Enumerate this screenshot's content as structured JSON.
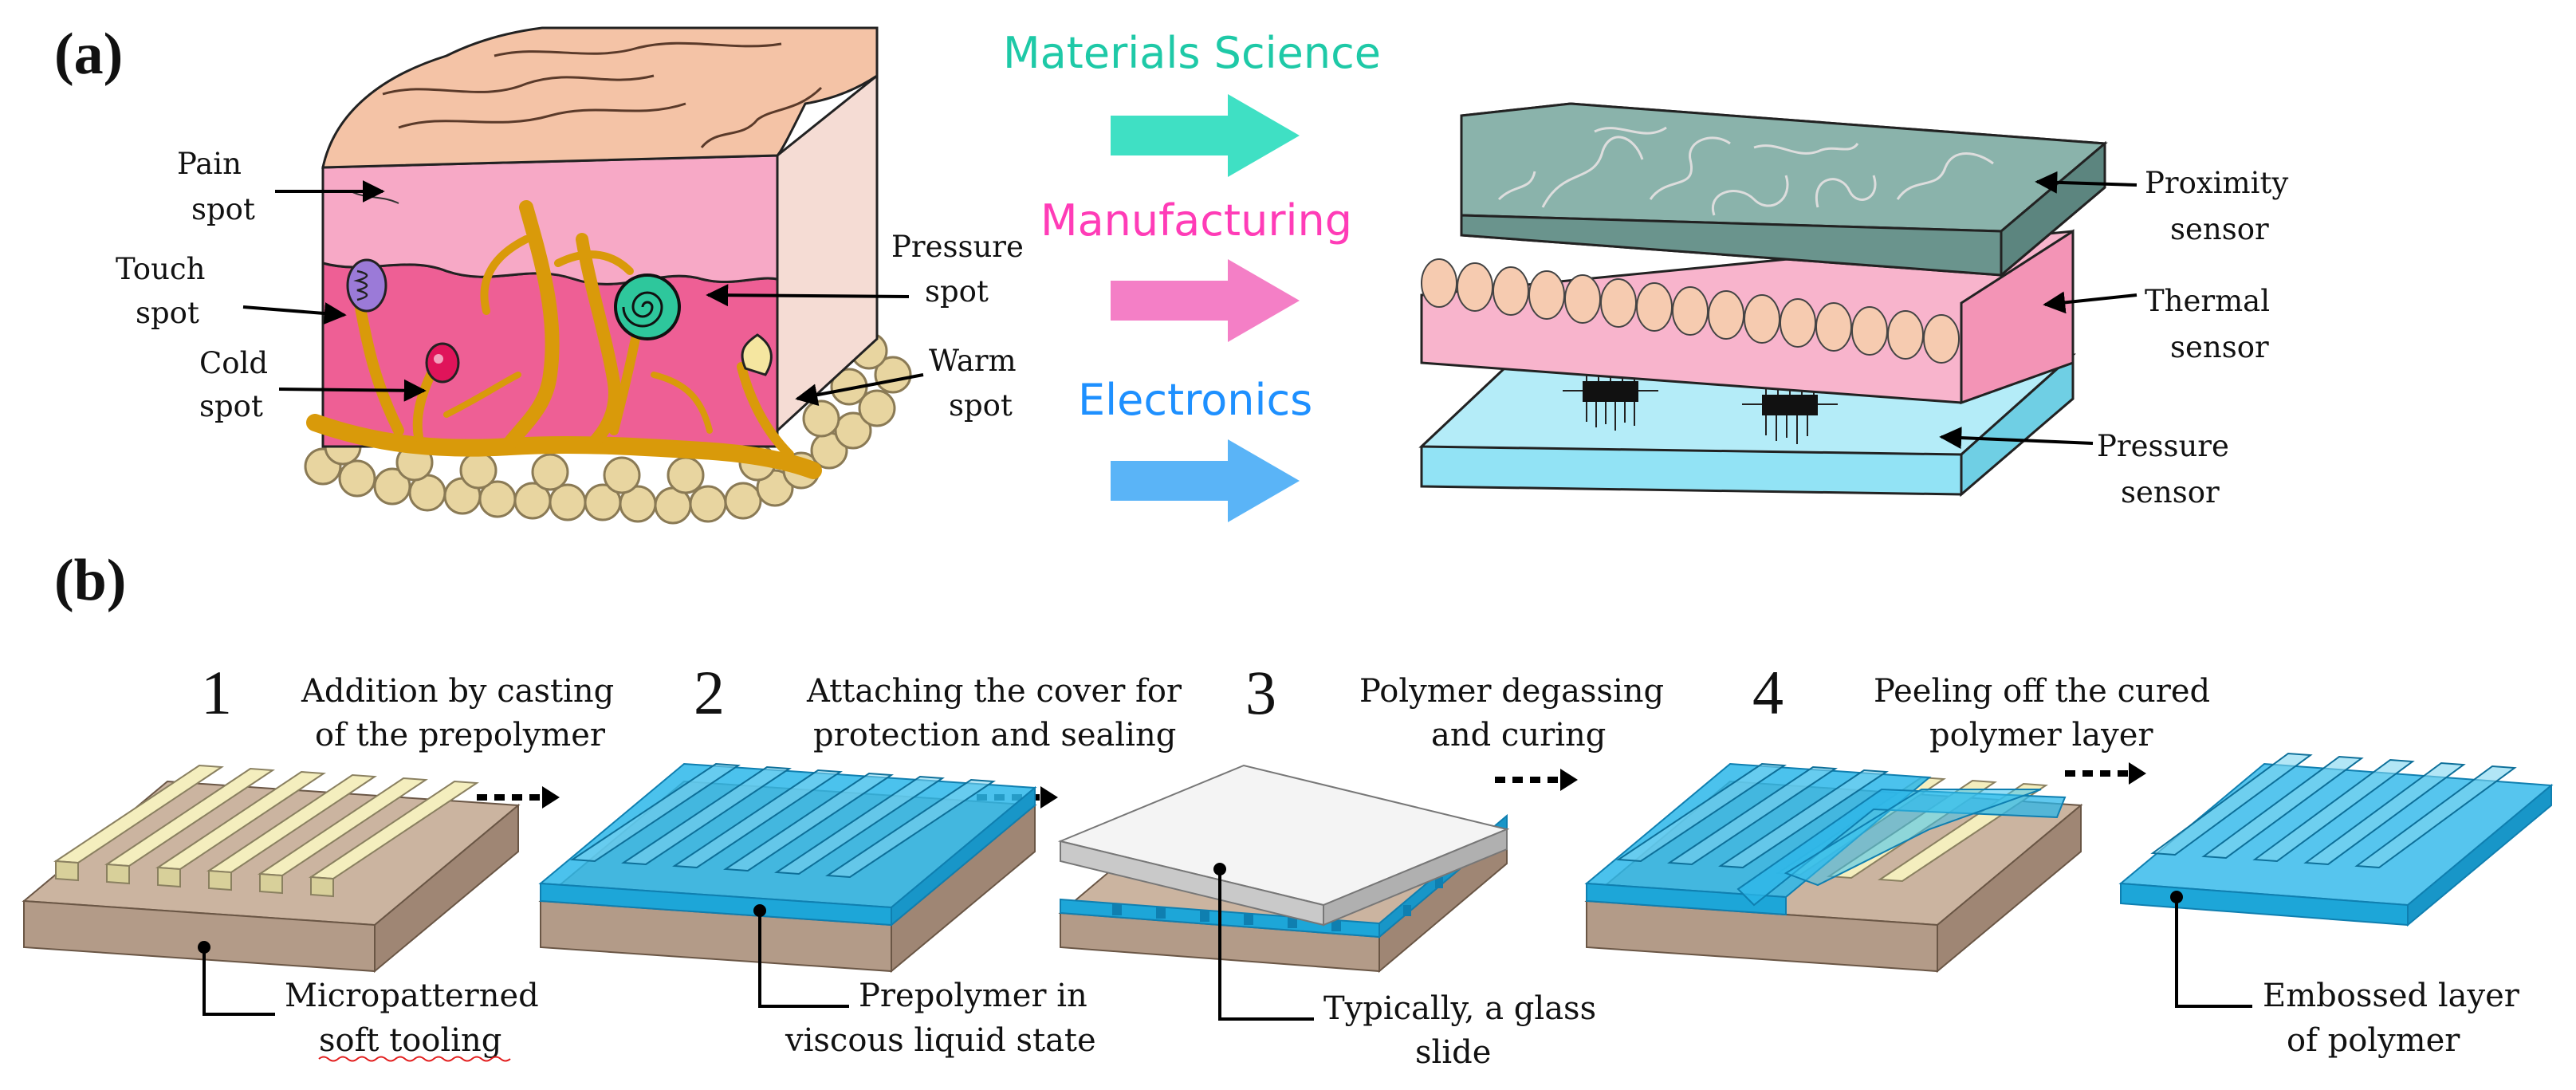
{
  "panels": {
    "a": "(a)",
    "b": "(b)"
  },
  "disciplines": [
    {
      "label": "Materials Science",
      "color": "#1ec9a7"
    },
    {
      "label": "Manufacturing",
      "color": "#ff3cb7"
    },
    {
      "label": "Electronics",
      "color": "#1e90ff"
    }
  ],
  "skin_labels": {
    "pain_1": "Pain",
    "pain_2": "spot",
    "touch_1": "Touch",
    "touch_2": "spot",
    "cold_1": "Cold",
    "cold_2": "spot",
    "pressure_1": "Pressure",
    "pressure_2": "spot",
    "warm_1": "Warm",
    "warm_2": "spot"
  },
  "sensor_labels": {
    "proximity_1": "Proximity",
    "proximity_2": "sensor",
    "thermal_1": "Thermal",
    "thermal_2": "sensor",
    "pressure_1": "Pressure",
    "pressure_2": "sensor"
  },
  "steps": [
    {
      "number": "1",
      "line1": "Addition by casting",
      "line2": "of the prepolymer"
    },
    {
      "number": "2",
      "line1": "Attaching the cover for",
      "line2": "protection and sealing"
    },
    {
      "number": "3",
      "line1": "Polymer degassing",
      "line2": "and curing"
    },
    {
      "number": "4",
      "line1": "Peeling off the cured",
      "line2": "polymer layer"
    }
  ],
  "callouts": [
    {
      "line1": "Micropatterned",
      "line2": "soft tooling"
    },
    {
      "line1": "Prepolymer in",
      "line2": "viscous liquid state"
    },
    {
      "line1": "Typically, a glass",
      "line2": "slide"
    },
    {
      "line1": "Embossed layer",
      "line2": "of polymer"
    }
  ],
  "colors": {
    "skin_top": "#f4c3a6",
    "epidermis": "#f7a9c6",
    "dermis": "#ee5f95",
    "fat": "#e8d5a0",
    "nerve": "#d99a0a",
    "proximity_layer": "#6f9c95",
    "thermal_layer": "#f8b4cc",
    "pressure_layer": "#92e3f5",
    "mold": "#b39b88",
    "ridge": "#f4eebe",
    "polymer": "#2cb7ea",
    "glass": "#eeeeee"
  }
}
